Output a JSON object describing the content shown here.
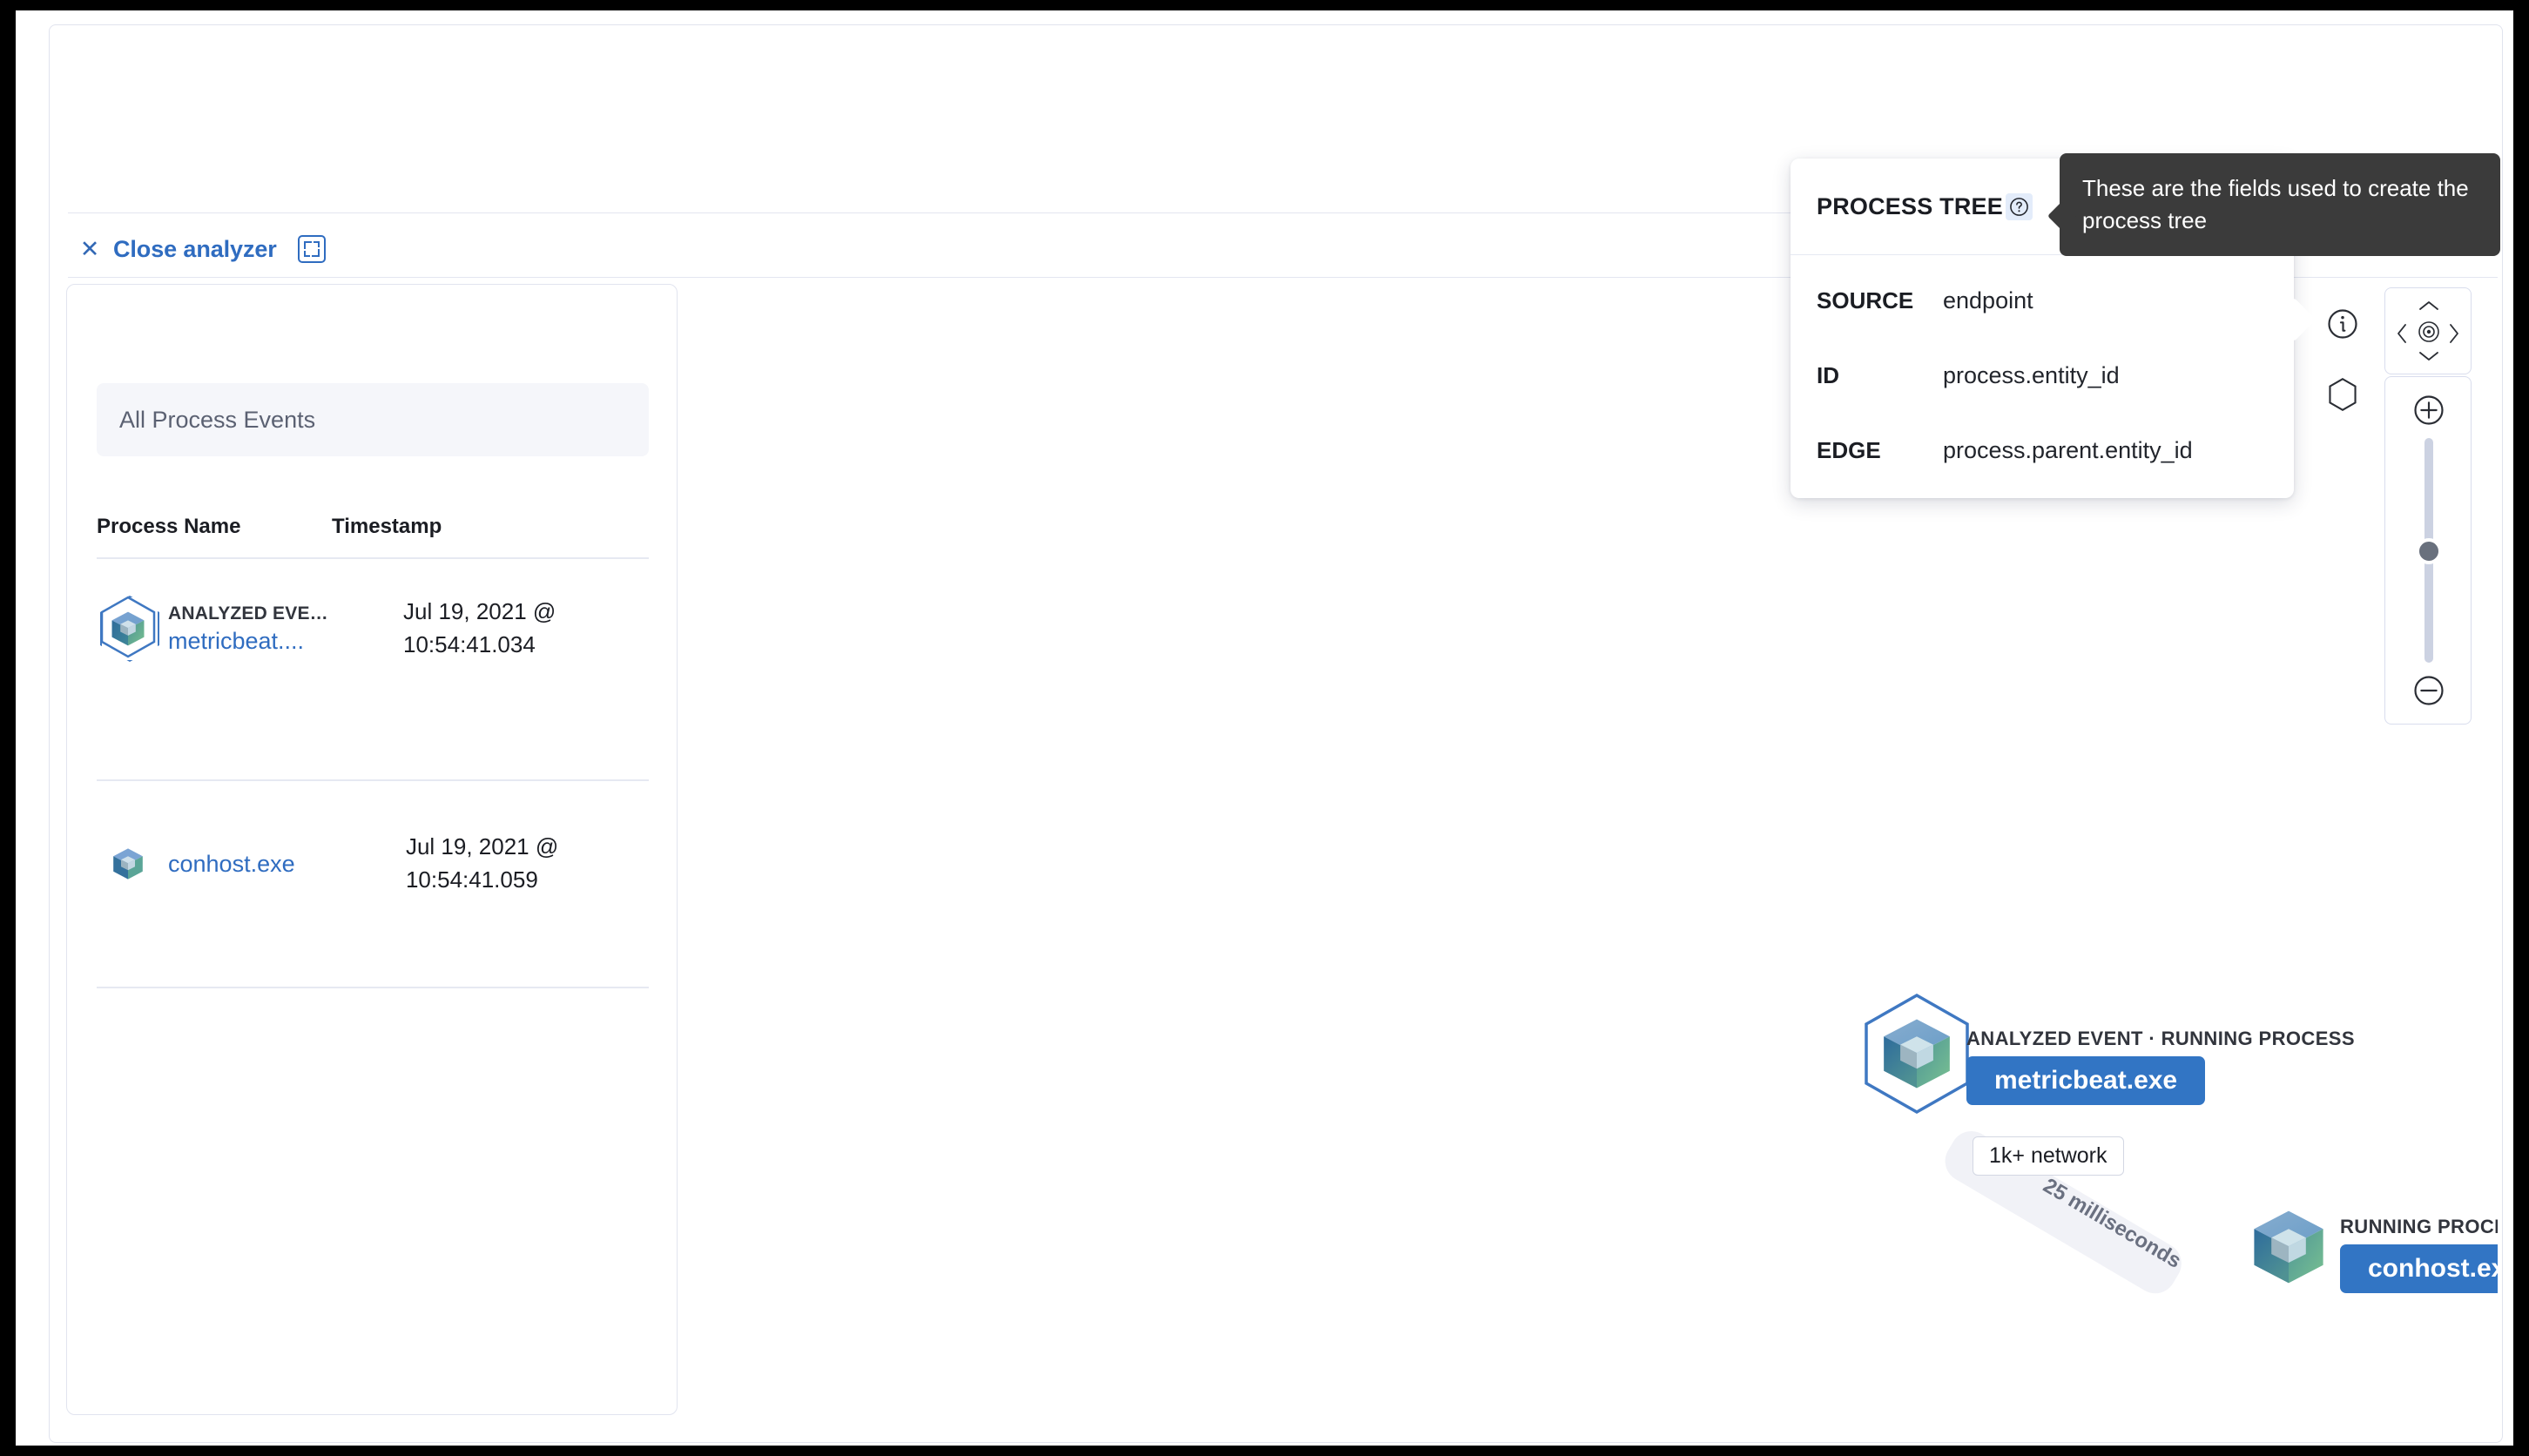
{
  "toolbar": {
    "close_label": "Close analyzer",
    "close_icon": "close-x-icon",
    "fullscreen_icon": "fullscreen-icon"
  },
  "event_list": {
    "search_placeholder": "All Process Events",
    "columns": [
      "Process Name",
      "Timestamp"
    ],
    "rows": [
      {
        "badge": "ANALYZED EVE…",
        "name": "metricbeat....",
        "timestamp_line1": "Jul 19, 2021 @",
        "timestamp_line2": "10:54:41.034",
        "icon": "cube-analyzed-icon"
      },
      {
        "badge": "",
        "name": "conhost.exe",
        "timestamp_line1": "Jul 19, 2021 @",
        "timestamp_line2": "10:54:41.059",
        "icon": "cube-icon"
      }
    ]
  },
  "graph": {
    "nodes": [
      {
        "kind": "ANALYZED EVENT · RUNNING PROCESS",
        "label": "metricbeat.exe",
        "badge": "1k+ network",
        "icon": "cube-analyzed-icon"
      },
      {
        "kind": "RUNNING PROCESS",
        "label": "conhost.exe",
        "badge": "",
        "icon": "cube-icon"
      }
    ],
    "edge_label": "25 milliseconds"
  },
  "popover": {
    "title": "PROCESS TREE",
    "help_icon": "question-mark-icon",
    "fields": [
      {
        "key": "SOURCE",
        "value": "endpoint"
      },
      {
        "key": "ID",
        "value": "process.entity_id"
      },
      {
        "key": "EDGE",
        "value": "process.parent.entity_id"
      }
    ]
  },
  "tooltip": {
    "text": "These are the fields used to create the process tree"
  },
  "controls": {
    "info_icon": "info-circle-icon",
    "legend_icon": "hexagon-icon",
    "pan_icons": [
      "chevron-up-icon",
      "chevron-left-icon",
      "center-target-icon",
      "chevron-right-icon",
      "chevron-down-icon"
    ],
    "zoom_in_icon": "zoom-in-icon",
    "zoom_out_icon": "zoom-out-icon",
    "zoom_slider": "zoom-slider"
  },
  "colors": {
    "accent": "#2f6cc0",
    "pill": "#3275c4",
    "tooltip_bg": "#3b3b3b",
    "border": "#e1e4ef"
  }
}
